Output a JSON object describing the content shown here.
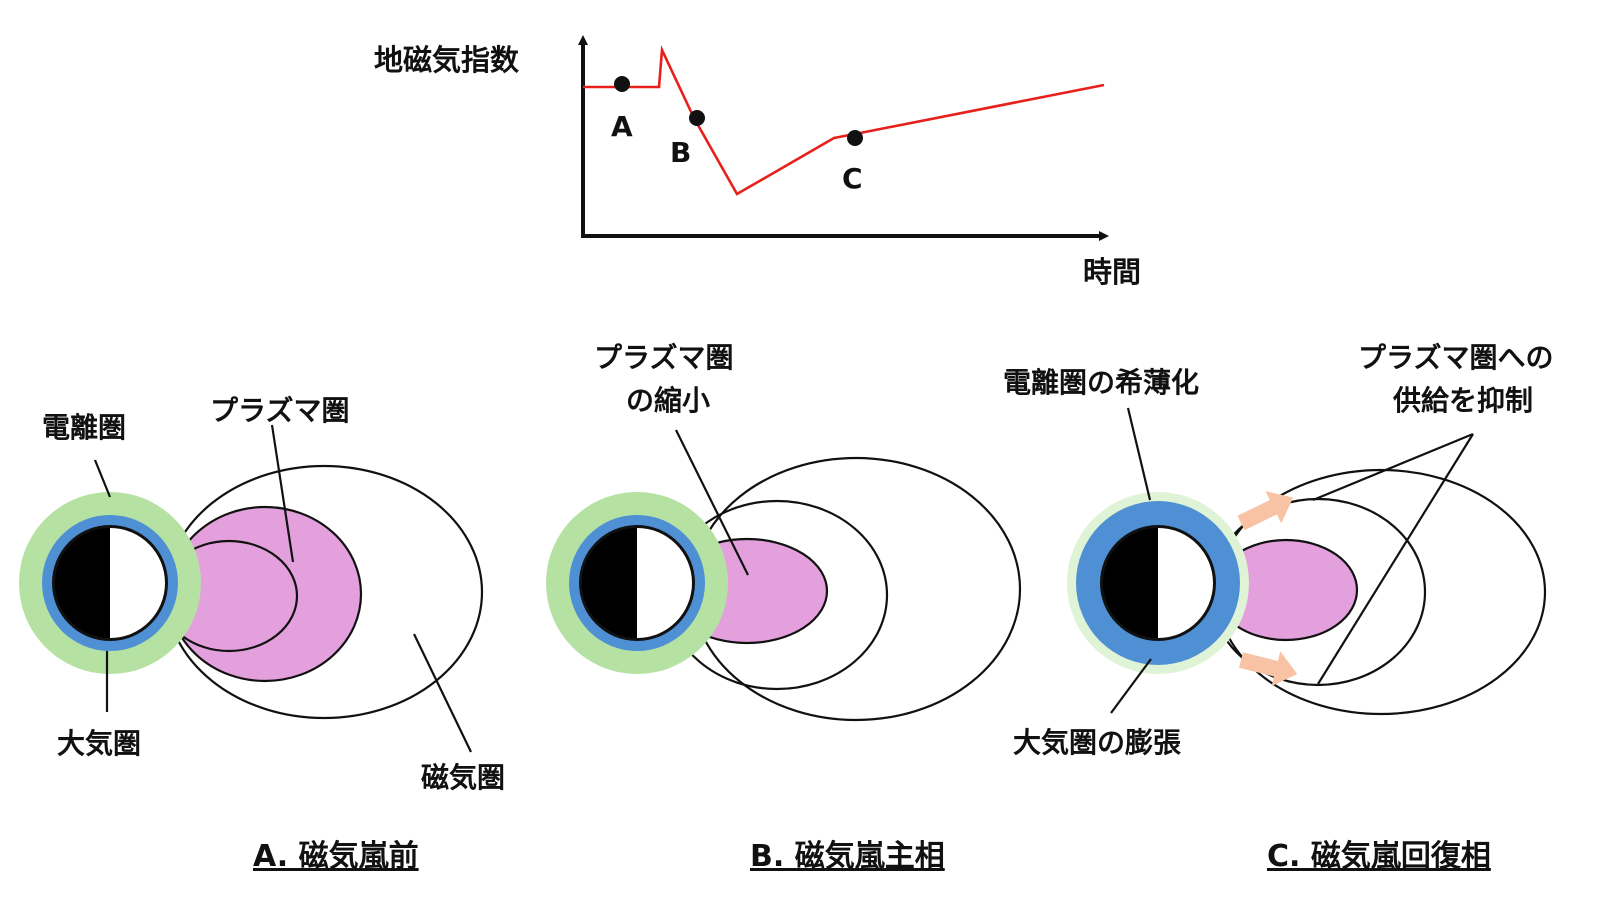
{
  "graph": {
    "y_axis_label": "地磁気指数",
    "x_axis_label": "時間",
    "markers": [
      {
        "label": "A"
      },
      {
        "label": "B"
      },
      {
        "label": "C"
      }
    ],
    "line_color": "#e8201a"
  },
  "panels": [
    {
      "caption": "A. 磁気嵐前",
      "labels": {
        "ionosphere": "電離圏",
        "plasmasphere": "プラズマ圏",
        "atmosphere": "大気圏",
        "magnetosphere": "磁気圏"
      }
    },
    {
      "caption": "B. 磁気嵐主相",
      "labels": {
        "plasmasphere_line1": "プラズマ圏",
        "plasmasphere_line2": "の縮小"
      }
    },
    {
      "caption": "C. 磁気嵐回復相",
      "labels": {
        "ionosphere": "電離圏の希薄化",
        "supply_line1": "プラズマ圏への",
        "supply_line2": "供給を抑制",
        "atmosphere": "大気圏の膨張"
      }
    }
  ],
  "colors": {
    "ionosphere": "#b5e2a3",
    "ionosphere_thin": "#dff3d6",
    "atmosphere": "#4f8fd4",
    "plasmasphere": "#e4a0dc",
    "supply_arrow": "#f7c3a4",
    "earth_night": "#000000",
    "earth_day": "#ffffff"
  }
}
